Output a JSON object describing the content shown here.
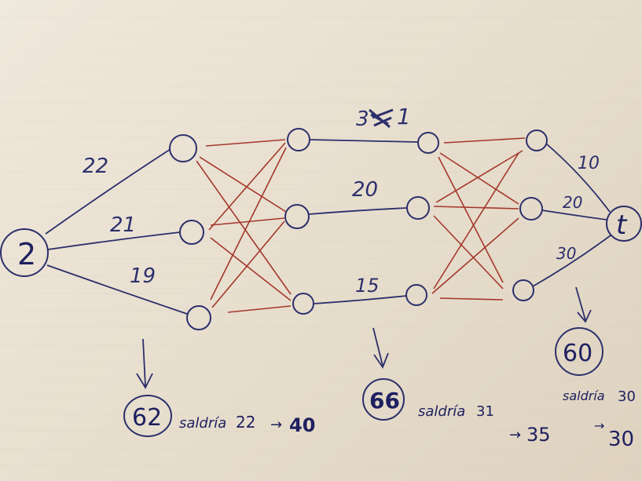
{
  "diagram": {
    "ink_color": "#2c2f6b",
    "cross_edge_color": "#a4382c",
    "paper_color": "#ece4d6",
    "source_label": "2",
    "sink_label": "t",
    "edge_labels": {
      "s_a1": "22",
      "s_a2": "21",
      "s_a3": "19",
      "b1_c1": "3",
      "b1_c1_overwrite": "1",
      "b2_c2": "20",
      "b3_c3": "15",
      "d1_t": "10",
      "d2_t": "20",
      "d3_t": "30"
    },
    "results": {
      "left": {
        "value": "62",
        "note_prefix": "saldría",
        "note_value": "22",
        "arrow": "→",
        "next": "40"
      },
      "middle": {
        "value": "66",
        "note_prefix": "saldría",
        "note_value": "31",
        "arrow": "→",
        "next": "35"
      },
      "right": {
        "value": "60",
        "note_prefix": "saldría",
        "note_value": "30",
        "arrow": "→",
        "next": "30"
      }
    }
  }
}
